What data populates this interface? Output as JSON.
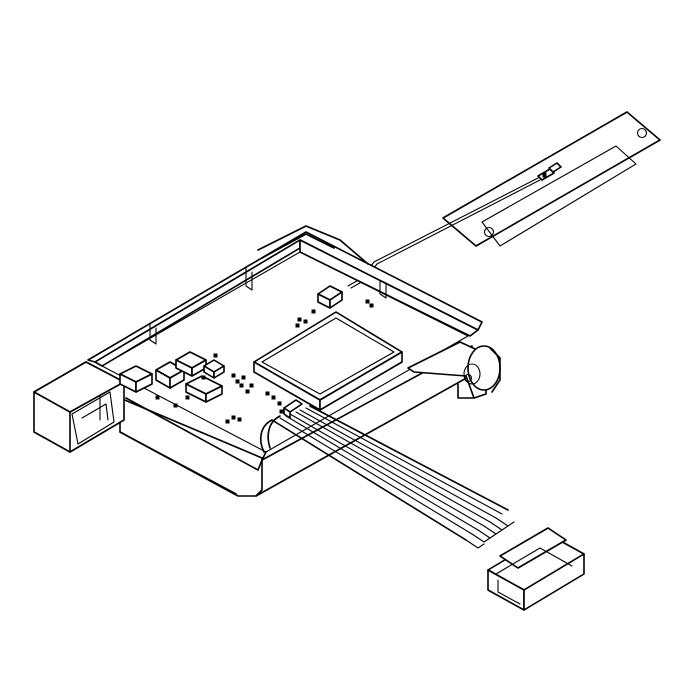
{
  "figure": {
    "background": "#ffffff",
    "line_color": "#000000",
    "style": "isometric line drawing",
    "parts": [
      "control-board-housing",
      "circuit-board",
      "chip",
      "antenna-board",
      "antenna-cable",
      "ribbon-cable",
      "wire-harness-connector"
    ]
  }
}
